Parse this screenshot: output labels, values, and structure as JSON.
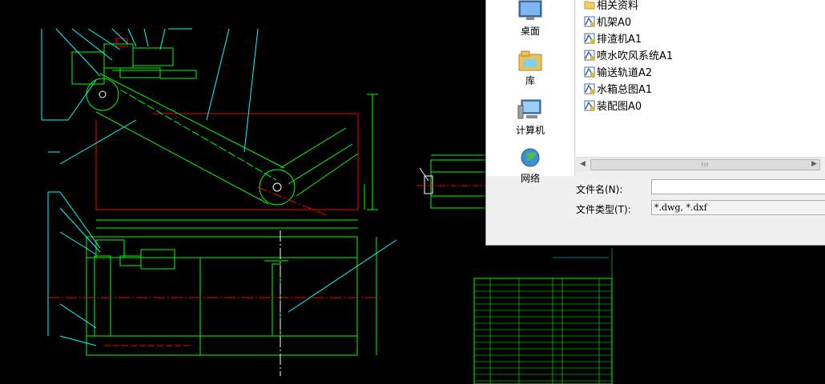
{
  "dialog": {
    "places": [
      {
        "label": "桌面",
        "icon": "desktop-icon"
      },
      {
        "label": "库",
        "icon": "library-icon"
      },
      {
        "label": "计算机",
        "icon": "computer-icon"
      },
      {
        "label": "网络",
        "icon": "network-icon"
      }
    ],
    "files": [
      {
        "name": "相关资料",
        "icon": "folder-icon"
      },
      {
        "name": "机架A0",
        "icon": "dwg-file-icon"
      },
      {
        "name": "排渣机A1",
        "icon": "dwg-file-icon"
      },
      {
        "name": "喷水吹风系统A1",
        "icon": "dwg-file-icon"
      },
      {
        "name": "输送轨道A2",
        "icon": "dwg-file-icon"
      },
      {
        "name": "水箱总图A1",
        "icon": "dwg-file-icon"
      },
      {
        "name": "装配图A0",
        "icon": "dwg-file-icon"
      }
    ],
    "scroll_thumb_text": "III",
    "filename_label": "文件名(N):",
    "filename_value": "",
    "filetype_label": "文件类型(T):",
    "filetype_value": "*.dwg, *.dxf"
  },
  "colors": {
    "cad_background": "#000000",
    "cad_green": "#00ff00",
    "cad_cyan": "#00ffff",
    "cad_red": "#ff0000",
    "cad_white": "#ffffff"
  }
}
